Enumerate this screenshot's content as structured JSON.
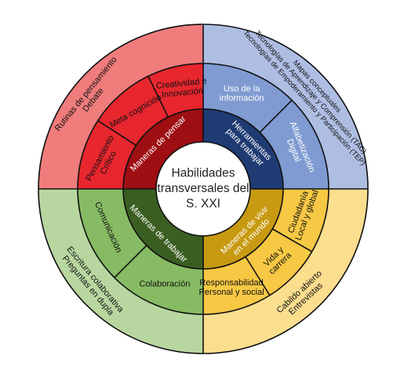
{
  "center": {
    "lines": [
      "Habilidades",
      "transversales del",
      "S. XXI"
    ]
  },
  "quadrants": [
    {
      "id": "pensar",
      "inner_label": "Maneras de pensar",
      "middle": [
        {
          "lines": [
            "Pensamiento",
            "Crítico"
          ]
        },
        {
          "lines": [
            "Meta cognición"
          ]
        },
        {
          "lines": [
            "Creatividad e",
            "Innovación"
          ]
        }
      ],
      "outer": [
        "Rutinas de pensamiento",
        "Debate"
      ]
    },
    {
      "id": "herramientas",
      "inner_label": [
        "Herramientas",
        "para trabajar"
      ],
      "middle": [
        {
          "lines": [
            "Uso de la",
            "información"
          ]
        },
        {
          "lines": [
            "Alfabetización",
            "Digital"
          ]
        }
      ],
      "outer": [
        "Mapas conceptuales",
        "Tecnologías de Aprendizaje y Comprensión (TAC)",
        "Tecnologías de Empoderamiento y Participación (TEP)"
      ]
    },
    {
      "id": "vivir",
      "inner_label": [
        "Maneras de vivir",
        "en el mundo"
      ],
      "middle": [
        {
          "lines": [
            "Ciudadanía",
            "Local y global"
          ]
        },
        {
          "lines": [
            "Vida y",
            "carrera"
          ]
        },
        {
          "lines": [
            "Responsabilidad",
            "Personal y social"
          ]
        }
      ],
      "outer": [
        "Cabildo abierto",
        "Entrevistas"
      ]
    },
    {
      "id": "trabajar",
      "inner_label": "Maneras de trabajar",
      "middle": [
        {
          "lines": [
            "Comunicación"
          ]
        },
        {
          "lines": [
            "Colaboración"
          ]
        }
      ],
      "outer": [
        "Escritura colaborativa",
        "Preguntas en dupla"
      ]
    }
  ],
  "colors": {
    "pensar": {
      "outer": "#f07c7c",
      "middle": "#e8262e",
      "inner": "#9e0e12"
    },
    "herramientas": {
      "outer": "#aebde2",
      "middle": "#7f9bd1",
      "inner": "#1f3b73"
    },
    "vivir": {
      "outer": "#fcde8f",
      "middle": "#f7c844",
      "inner": "#c89a12"
    },
    "trabajar": {
      "outer": "#b8d7a0",
      "middle": "#87bb63",
      "inner": "#3b5f22"
    },
    "center": "#ffffff",
    "divider": "#111111"
  }
}
